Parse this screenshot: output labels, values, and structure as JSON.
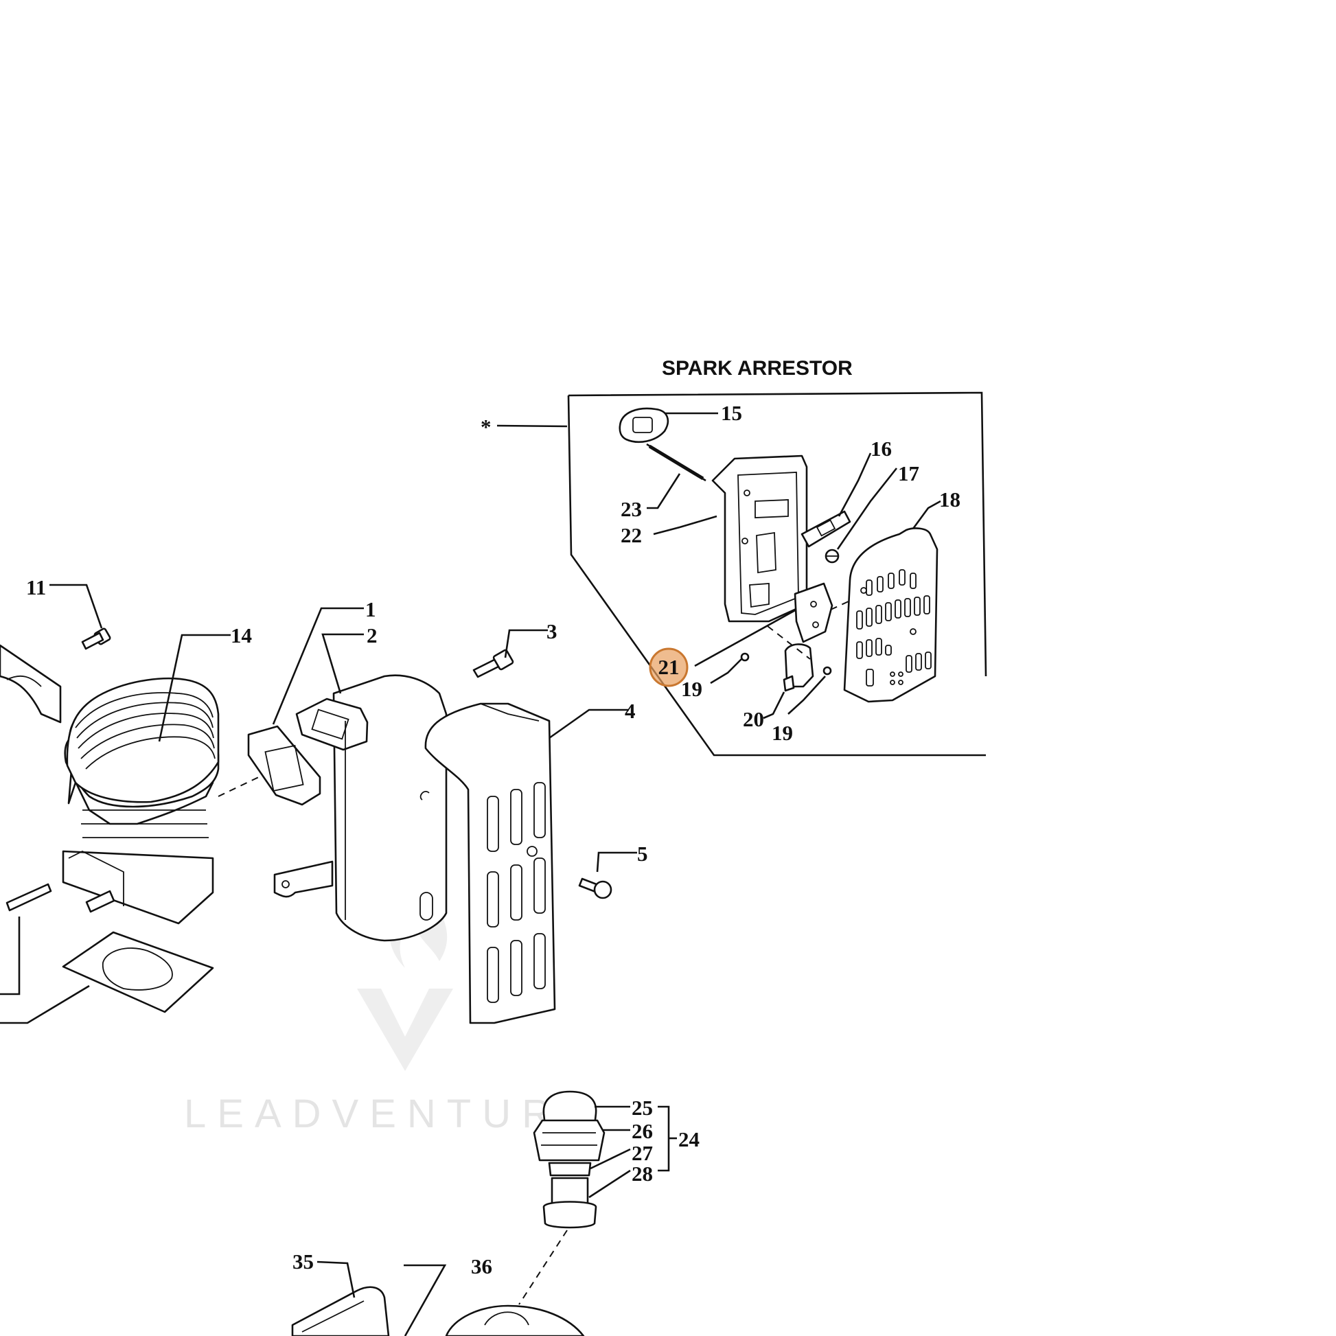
{
  "title": "SPARK ARRESTOR",
  "watermark": "LEADVENTURE",
  "asterisk": "*",
  "highlight_color": "#e8a060",
  "callouts": {
    "c1": "1",
    "c2": "2",
    "c3": "3",
    "c4": "4",
    "c5": "5",
    "c11": "11",
    "c14": "14",
    "c15": "15",
    "c16": "16",
    "c17": "17",
    "c18": "18",
    "c19a": "19",
    "c19b": "19",
    "c20": "20",
    "c21": "21",
    "c22": "22",
    "c23": "23",
    "c24": "24",
    "c25": "25",
    "c26": "26",
    "c27": "27",
    "c28": "28",
    "c35": "35",
    "c36": "36"
  },
  "selected_callout": "21"
}
